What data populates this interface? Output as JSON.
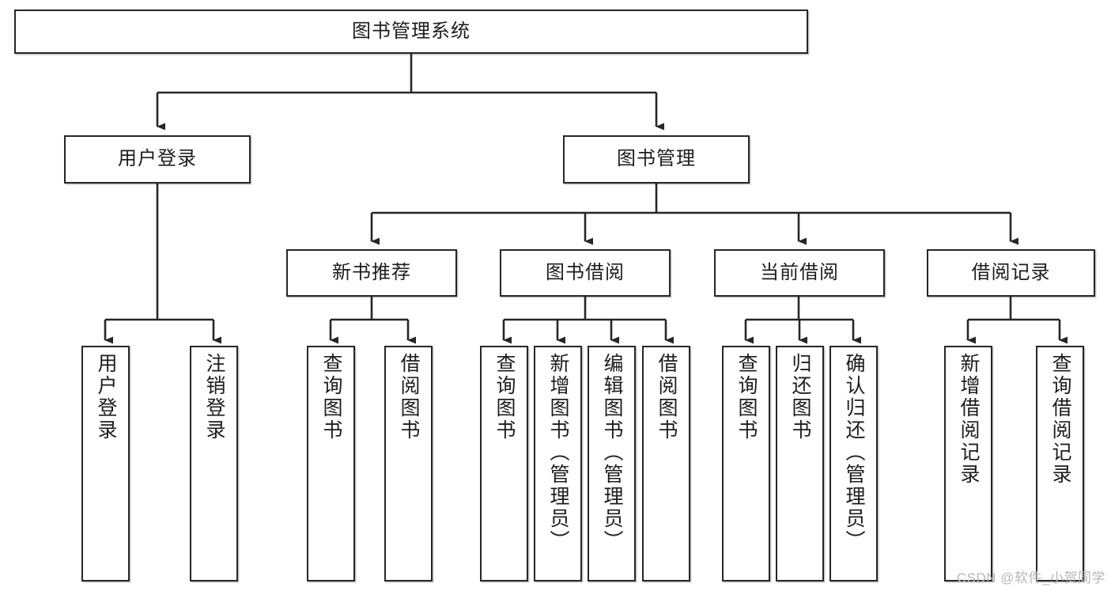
{
  "diagram": {
    "title": "图书管理系统",
    "watermark": "CSDN @软件_小贺同学",
    "line_color": "#262626",
    "box_fill": "#ffffff",
    "text_color": "#1d1d1d"
  },
  "nodes": {
    "root": {
      "label": "图书管理系统",
      "orientation": "horizontal"
    },
    "level2": [
      {
        "label": "用户登录",
        "orientation": "horizontal"
      },
      {
        "label": "图书管理",
        "orientation": "horizontal"
      }
    ],
    "level3": [
      {
        "label": "新书推荐",
        "orientation": "horizontal"
      },
      {
        "label": "图书借阅",
        "orientation": "horizontal"
      },
      {
        "label": "当前借阅",
        "orientation": "horizontal"
      },
      {
        "label": "借阅记录",
        "orientation": "horizontal"
      }
    ],
    "leaves_user_login": [
      {
        "label": "用户登录",
        "orientation": "vertical"
      },
      {
        "label": "注销登录",
        "orientation": "vertical"
      }
    ],
    "leaves_new_book": [
      {
        "label": "查询图书",
        "orientation": "vertical"
      },
      {
        "label": "借阅图书",
        "orientation": "vertical"
      }
    ],
    "leaves_borrow": [
      {
        "label": "查询图书",
        "orientation": "vertical"
      },
      {
        "label": "新增图书（管理员）",
        "orientation": "vertical"
      },
      {
        "label": "编辑图书（管理员）",
        "orientation": "vertical"
      },
      {
        "label": "借阅图书",
        "orientation": "vertical"
      }
    ],
    "leaves_current": [
      {
        "label": "查询图书",
        "orientation": "vertical"
      },
      {
        "label": "归还图书",
        "orientation": "vertical"
      },
      {
        "label": "确认归还（管理员）",
        "orientation": "vertical"
      }
    ],
    "leaves_records": [
      {
        "label": "新增借阅记录",
        "orientation": "vertical"
      },
      {
        "label": "查询借阅记录",
        "orientation": "vertical"
      }
    ]
  },
  "chart_data": {
    "type": "diagram",
    "subtype": "tree-hierarchy",
    "title": "图书管理系统",
    "edge_style": "orthogonal-elbow-with-arrowheads",
    "tree": {
      "label": "图书管理系统",
      "children": [
        {
          "label": "用户登录",
          "children": [
            {
              "label": "用户登录",
              "children": []
            },
            {
              "label": "注销登录",
              "children": []
            }
          ]
        },
        {
          "label": "图书管理",
          "children": [
            {
              "label": "新书推荐",
              "children": [
                {
                  "label": "查询图书",
                  "children": []
                },
                {
                  "label": "借阅图书",
                  "children": []
                }
              ]
            },
            {
              "label": "图书借阅",
              "children": [
                {
                  "label": "查询图书",
                  "children": []
                },
                {
                  "label": "新增图书（管理员）",
                  "children": []
                },
                {
                  "label": "编辑图书（管理员）",
                  "children": []
                },
                {
                  "label": "借阅图书",
                  "children": []
                }
              ]
            },
            {
              "label": "当前借阅",
              "children": [
                {
                  "label": "查询图书",
                  "children": []
                },
                {
                  "label": "归还图书",
                  "children": []
                },
                {
                  "label": "确认归还（管理员）",
                  "children": []
                }
              ]
            },
            {
              "label": "借阅记录",
              "children": [
                {
                  "label": "新增借阅记录",
                  "children": []
                },
                {
                  "label": "查询借阅记录",
                  "children": []
                }
              ]
            }
          ]
        }
      ]
    }
  }
}
